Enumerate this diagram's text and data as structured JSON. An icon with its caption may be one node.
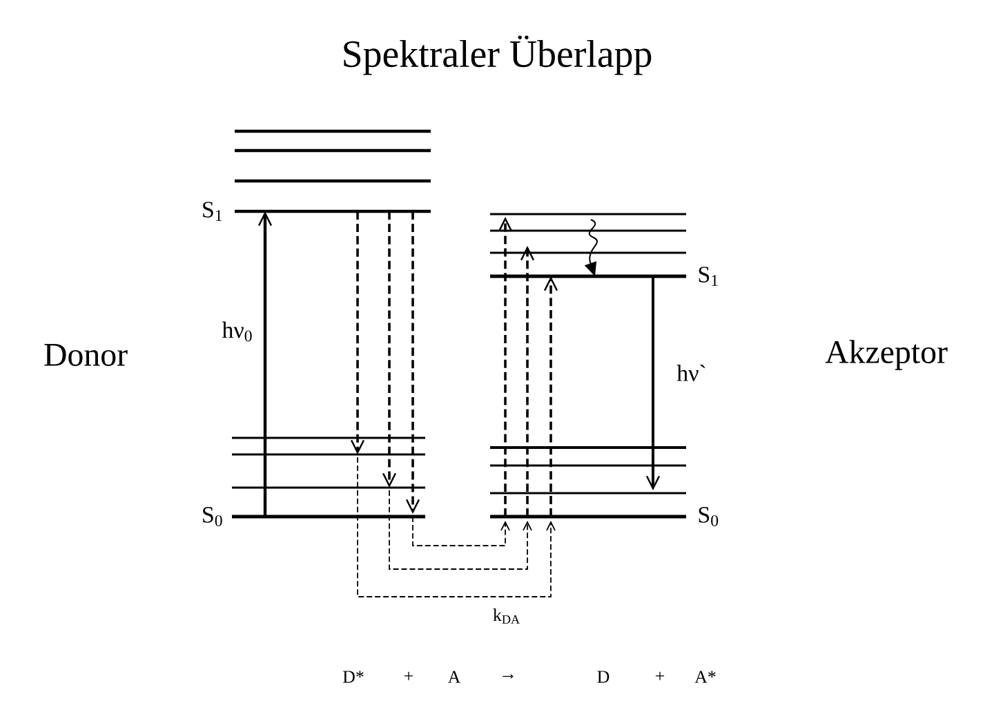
{
  "diagram": {
    "title": "Spektraler Überlapp",
    "labels": [
      "S$_{1}$",
      "Donor",
      "hν$_{0}$",
      "S$_{0}$",
      "S$_{1}$",
      "Akzeptor",
      "hν`",
      "S$_{0}$",
      "k$_{DA}$",
      "D*",
      "+",
      "A",
      "→",
      "D",
      "+",
      "A*"
    ]
  }
}
